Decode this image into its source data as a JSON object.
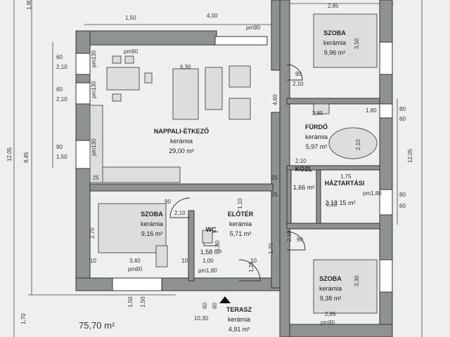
{
  "rooms": {
    "nappali": {
      "name": "NAPPALI-ÉTKEZŐ",
      "floor": "kerámia",
      "area": "29,00 m²"
    },
    "szoba_ne": {
      "name": "SZOBA",
      "floor": "kerámia",
      "area": "9,96 m²"
    },
    "furdo": {
      "name": "FÜRDŐ",
      "floor": "kerámia",
      "area": "5,97 m²"
    },
    "kozl": {
      "name": "KÖZL",
      "area": "1,66 m²"
    },
    "haztartasi": {
      "name": "HÁZTARTÁSI",
      "area": "2,18 15 m²"
    },
    "szoba_w": {
      "name": "SZOBA",
      "floor": "kerámia",
      "area": "9,16 m²"
    },
    "eloter": {
      "name": "ELŐTÉR",
      "floor": "kerámia",
      "area": "5,71 m²"
    },
    "wc": {
      "name": "WC",
      "area": "1,58 m²"
    },
    "szoba_se": {
      "name": "SZOBA",
      "floor": "kerámia",
      "area": "9,38 m²"
    },
    "terasz": {
      "name": "TERASZ",
      "floor": "kerámia",
      "area": "4,91 m²"
    }
  },
  "total_area": "75,70 m²",
  "dims": {
    "top_150": "1,50",
    "top_400": "4,00",
    "top_285": "2,85",
    "top_190": "1,90",
    "w1_60": "60",
    "w1_210": "2,10",
    "w2_60": "60",
    "w2_210": "2,10",
    "w3_90": "90",
    "w3_150": "1,50",
    "d_630": "6,30",
    "d_90": "90",
    "d_210": "2,10",
    "d_460": "4,60",
    "d_285b": "2,85",
    "d_350": "3,50",
    "d_80": "80",
    "d_80b": "80",
    "d_60": "60",
    "d_60b": "60",
    "d_210b": "2,10",
    "d_175": "1,75",
    "d_90w": "90",
    "d_210w": "2,10",
    "d_270": "2,70",
    "d_340": "3,40",
    "d_10a": "10",
    "d_100": "1,00",
    "d_180": "1,80",
    "d_170": "1,70",
    "d_90e": "90",
    "d_210e": "2,10",
    "d_330": "3,30",
    "d_285c": "2,85",
    "d_110": "1,10",
    "d_125": "1,25",
    "d_1030": "10,30",
    "d_150a": "1,50",
    "d_150b": "1,50",
    "d_60c": "60",
    "d_60d": "60",
    "v_1205l": "12,05",
    "v_845": "8,45",
    "v_1205r": "12,05",
    "v_170": "1,70",
    "pm90_a": "pm90",
    "pm90_b": "pm90",
    "pm90_c": "pm90",
    "pm90_d": "pm90",
    "pm180": "pm1,80",
    "pm130_a": "pm130",
    "pm130_b": "pm130",
    "pm130_c": "pm130",
    "pm80_a": "pm1,80",
    "d_25a": "25",
    "d_25b": "25",
    "d_25c": "25",
    "d_10b": "10",
    "d_10c": "10",
    "d_2_10": "2,10",
    "d_1_80": "1,80",
    "d_2_10b": "2,10"
  }
}
